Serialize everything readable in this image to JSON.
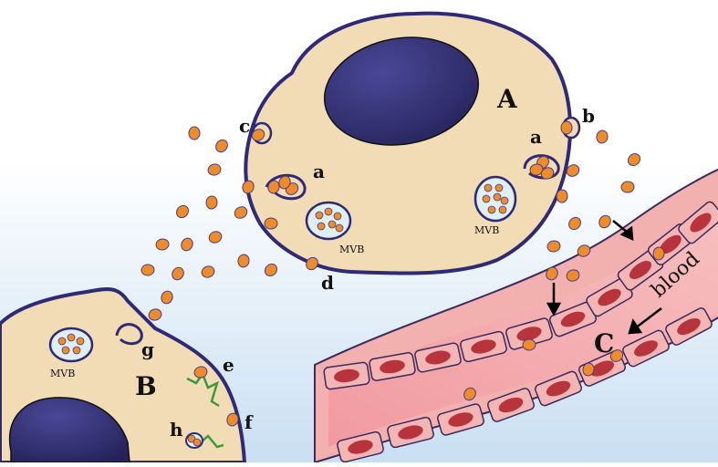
{
  "colors": {
    "background_top": "#ffffff",
    "background_bottom": "#c9dff2",
    "cytoplasm": "#f1dcb5",
    "membrane": "#2f2a78",
    "nucleus": "#2c2a66",
    "vesicle": "#ef8c2a",
    "vessel_wall": "#f2b0ae",
    "endothelial_nucleus": "#b8343d",
    "blood": "#f4a3a7",
    "ecm_fiber": "#3a9b3a"
  },
  "cells": {
    "A": {
      "label": "A"
    },
    "B": {
      "label": "B"
    },
    "C": {
      "label": "C",
      "flow_label": "blood"
    }
  },
  "markers": {
    "a1": "a",
    "a2": "a",
    "b": "b",
    "c": "c",
    "d": "d",
    "e": "e",
    "f": "f",
    "g": "g",
    "h": "h"
  },
  "mvb": {
    "mvb_a_left": "MVB",
    "mvb_a_right": "MVB",
    "mvb_b": "MVB"
  }
}
